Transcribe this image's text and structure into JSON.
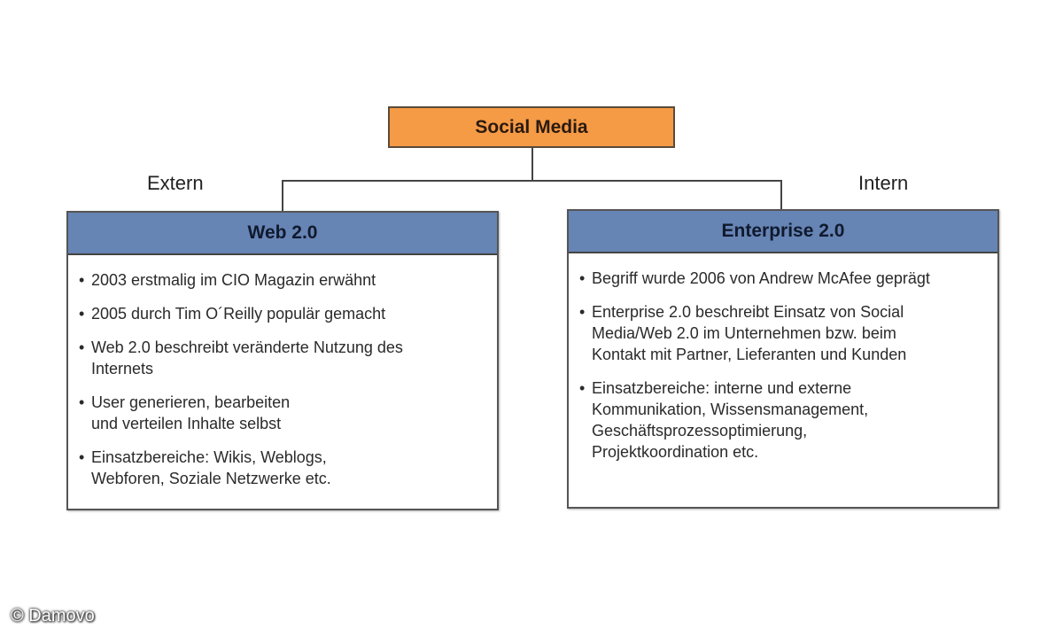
{
  "root": {
    "label": "Social Media",
    "color": "#f59a45"
  },
  "left": {
    "side_label": "Extern",
    "title": "Web 2.0",
    "header_color": "#6684b4",
    "bullets": [
      "2003 erstmalig im CIO Magazin erwähnt",
      "2005 durch Tim O´Reilly populär gemacht",
      "Web 2.0 beschreibt veränderte Nutzung des\nInternets",
      "User generieren, bearbeiten\nund verteilen Inhalte selbst",
      "Einsatzbereiche: Wikis, Weblogs,\nWebforen, Soziale Netzwerke etc."
    ]
  },
  "right": {
    "side_label": "Intern",
    "title": "Enterprise 2.0",
    "header_color": "#6684b4",
    "bullets": [
      "Begriff wurde 2006 von Andrew McAfee geprägt",
      "Enterprise 2.0 beschreibt Einsatz von Social\nMedia/Web 2.0 im Unternehmen bzw. beim\nKontakt mit Partner, Lieferanten und Kunden",
      "Einsatzbereiche: interne und externe\nKommunikation, Wissensmanagement,\nGeschäftsprozessoptimierung,\nProjektkoordination etc."
    ]
  },
  "bullet_glyph": "•",
  "copyright": "© Damovo"
}
